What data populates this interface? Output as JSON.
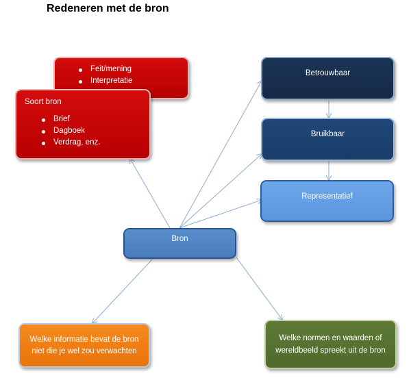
{
  "title": "Redeneren met de bron",
  "nodes": {
    "feit_box": {
      "items": [
        "Feit/mening",
        "Interpretatie"
      ]
    },
    "soort_bron": {
      "heading": "Soort bron",
      "items": [
        "Brief",
        "Dagboek",
        "Verdrag, enz."
      ]
    },
    "betrouwbaar": "Betrouwbaar",
    "bruikbaar": "Bruikbaar",
    "representatief": "Representatief",
    "bron": "Bron",
    "welke_informatie": [
      "Welke informatie bevat de bron",
      "niet die je wel zou verwachten"
    ],
    "welke_normen": [
      "Welke normen en waarden of",
      "wereldbeeld spreekt uit de bron"
    ]
  },
  "colors": {
    "red": "#c80000",
    "dark_navy": "#172d4c",
    "navy": "#1c426f",
    "light_blue": "#6199e3",
    "mid_blue": "#4e82c3",
    "orange": "#f07e14",
    "olive": "#576f30",
    "arrow": "#8aabd6"
  }
}
